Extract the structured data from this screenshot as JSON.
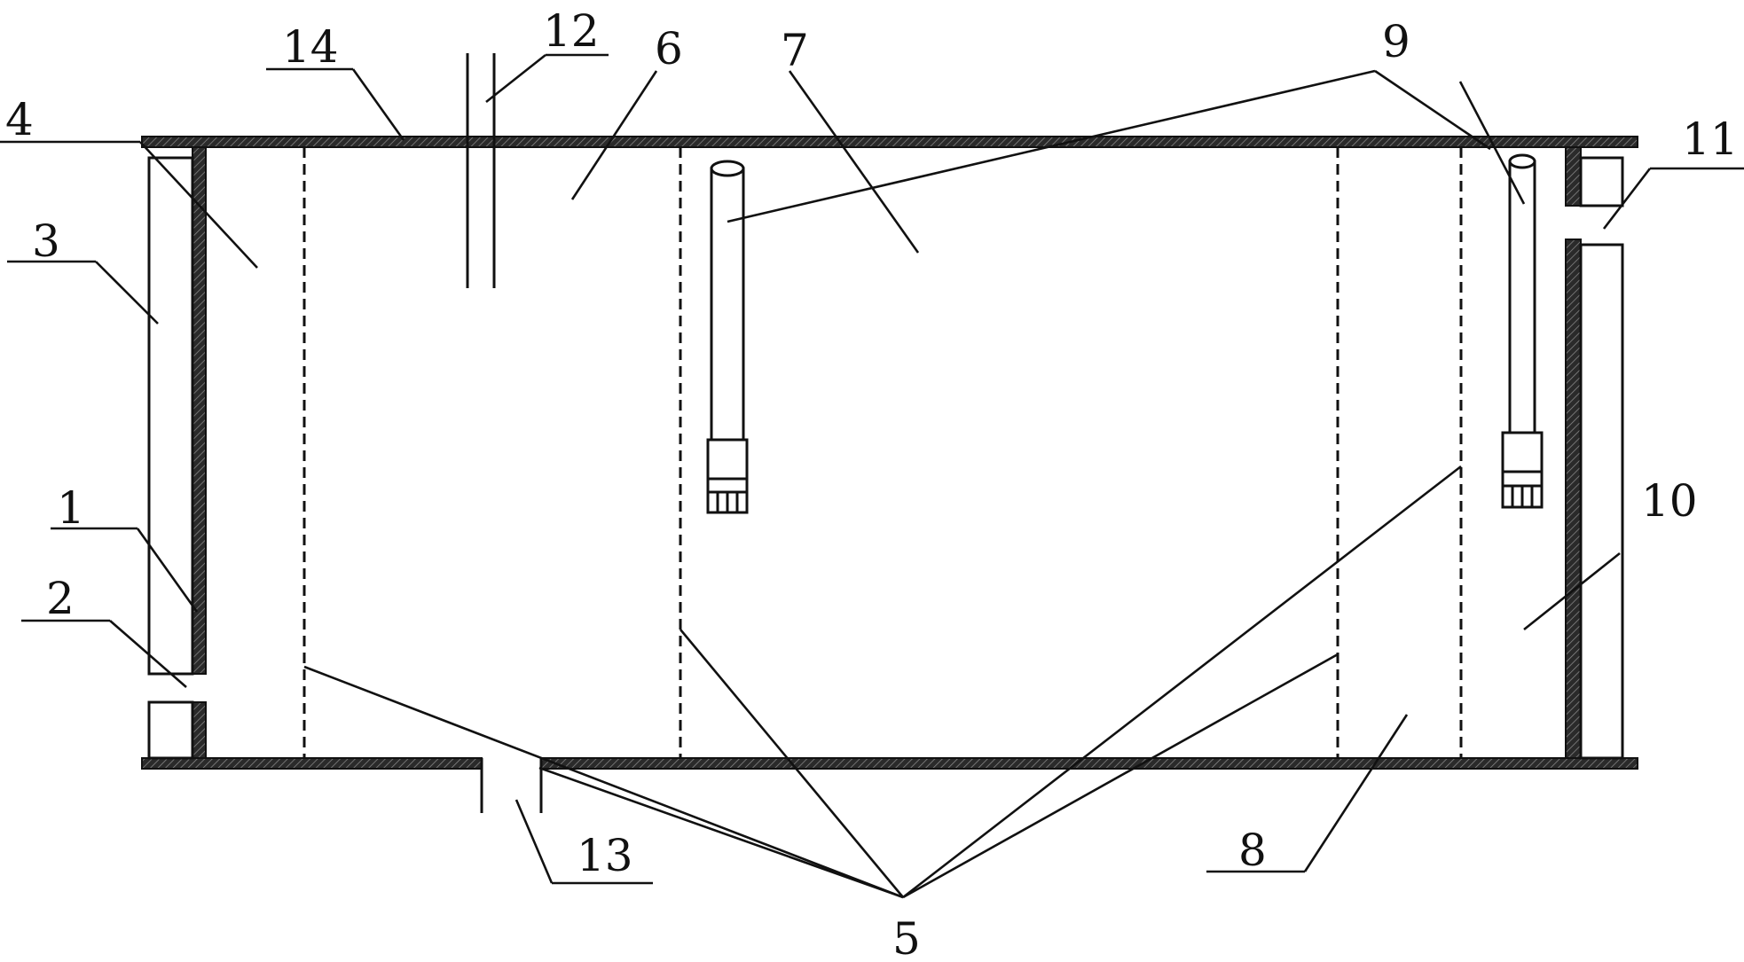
{
  "labels": {
    "l1": "1",
    "l2": "2",
    "l3": "3",
    "l4": "4",
    "l5": "5",
    "l6": "6",
    "l7": "7",
    "l8": "8",
    "l9": "9",
    "l10": "10",
    "l11": "11",
    "l12": "12",
    "l13": "13",
    "l14": "14"
  },
  "colors": {
    "ink": "#111111",
    "background": "#ffffff"
  }
}
